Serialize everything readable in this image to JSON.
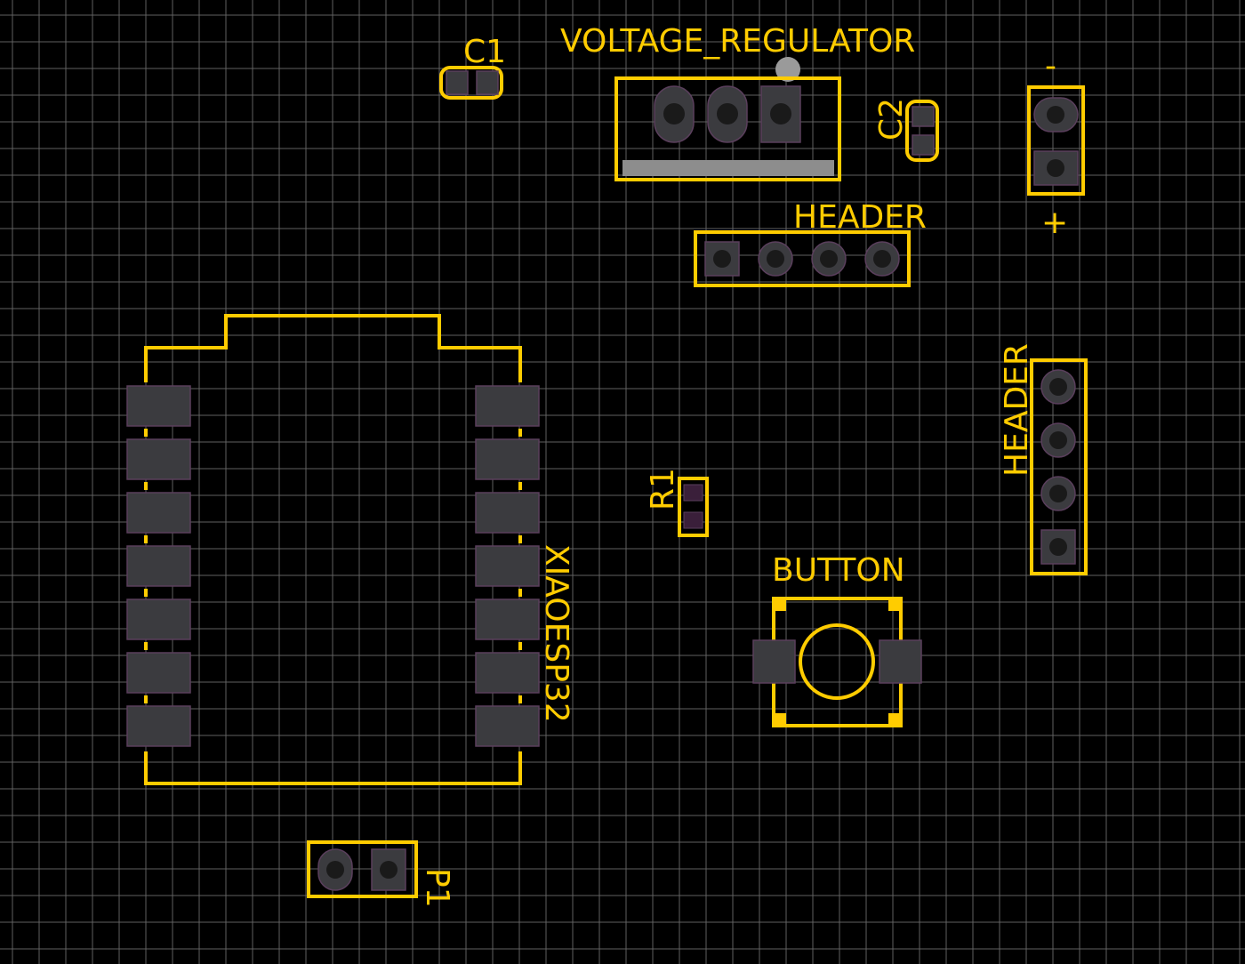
{
  "colors": {
    "background": "#000000",
    "grid": "#8a8a8a",
    "silkscreen": "#FFCC00",
    "pad": "#3b3b3f",
    "pad_outline": "#5a3f5c",
    "drill_hole": "#1a1a1a",
    "smd_small_pad": "#3a1f3a"
  },
  "labels": {
    "c1": "C1",
    "voltage_regulator": "VOLTAGE_REGULATOR",
    "c2": "C2",
    "minus": "-",
    "plus": "+",
    "header_top": "HEADER",
    "header_right": "HEADER",
    "r1": "R1",
    "button": "BUTTON",
    "xiaoesp32": "XIAOESP32",
    "p1": "P1"
  }
}
